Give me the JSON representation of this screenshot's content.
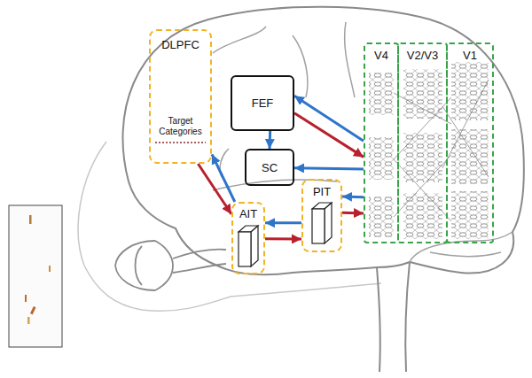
{
  "diagram": {
    "nodes": [
      {
        "text": [
          "DLPFC",
          "Target Categories"
        ]
      },
      {
        "text": [
          "FEF"
        ]
      },
      {
        "text": [
          "SC"
        ]
      },
      {
        "text": [
          "AIT"
        ]
      },
      {
        "text": [
          "PIT"
        ]
      },
      {
        "text": [
          "V4"
        ]
      },
      {
        "text": [
          "V2/V3"
        ]
      },
      {
        "text": [
          "V1"
        ]
      }
    ],
    "edges": [
      {
        "from": 5,
        "to": 1,
        "arrow": "to"
      },
      {
        "from": 1,
        "to": 5,
        "arrow": "to"
      },
      {
        "from": 1,
        "to": 2,
        "arrow": "to"
      },
      {
        "from": 5,
        "to": 2,
        "arrow": "to"
      },
      {
        "from": 0,
        "to": 3,
        "arrow": "to"
      },
      {
        "from": 3,
        "to": 0,
        "arrow": "to"
      },
      {
        "from": 3,
        "to": 4,
        "arrow": "to"
      },
      {
        "from": 4,
        "to": 3,
        "arrow": "to"
      },
      {
        "from": 4,
        "to": 5,
        "arrow": "to"
      },
      {
        "from": 5,
        "to": 4,
        "arrow": "to"
      }
    ]
  }
}
